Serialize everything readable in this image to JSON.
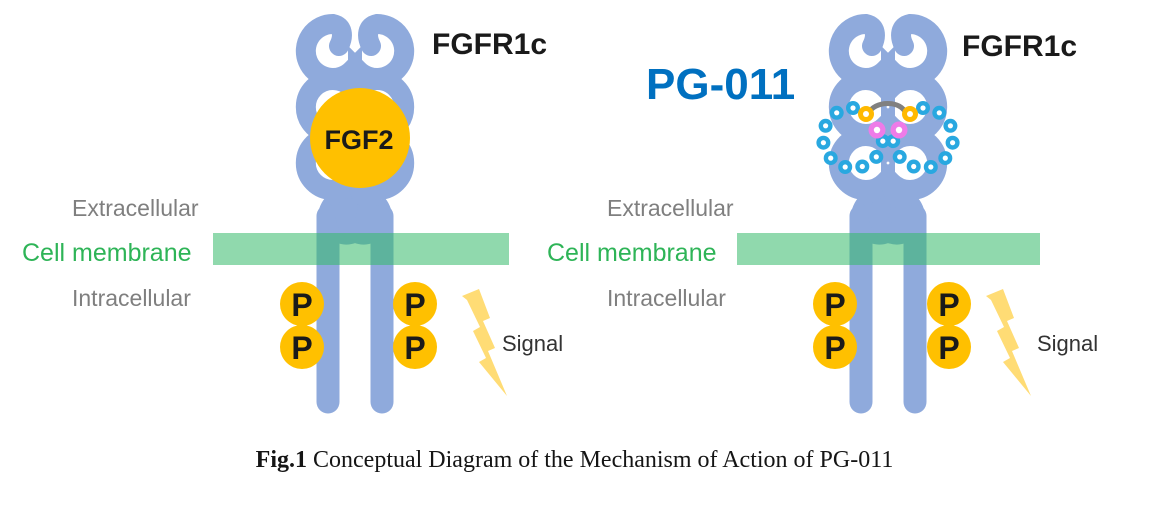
{
  "colors": {
    "receptor": "#8FAADC",
    "membrane_band": "#35BA6A",
    "ligand_orange": "#FFC000",
    "bolt_yellow": "#FFDC75",
    "bead_cyan": "#29A8E0",
    "bead_orange": "#FFB900",
    "bead_pink": "#EE7BE8",
    "linker_gray": "#808080",
    "label_gray": "#7F7F7F",
    "label_green": "#2EB457",
    "label_blue": "#0070C0",
    "ink": "#1A1A1A"
  },
  "left_panel": {
    "receptor": "FGFR1c",
    "ligand": "FGF2",
    "extracellular": "Extracellular",
    "membrane": "Cell membrane",
    "intracellular": "Intracellular",
    "signal": "Signal",
    "phospho": "P"
  },
  "right_panel": {
    "receptor": "FGFR1c",
    "drug": "PG-011",
    "extracellular": "Extracellular",
    "membrane": "Cell membrane",
    "intracellular": "Intracellular",
    "signal": "Signal",
    "phospho": "P"
  },
  "caption": {
    "prefix": "Fig.1",
    "text": "Conceptual Diagram of the Mechanism of Action of PG-011"
  }
}
